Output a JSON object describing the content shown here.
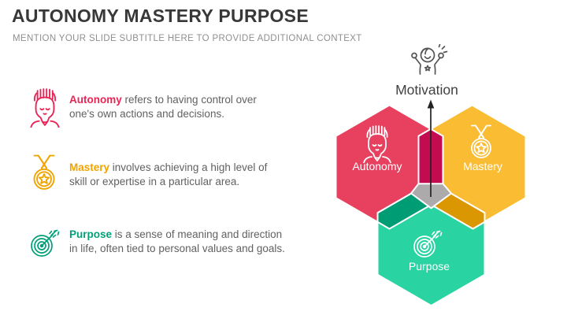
{
  "slide": {
    "title": "AUTONOMY MASTERY PURPOSE",
    "subtitle": "MENTION YOUR SLIDE SUBTITLE HERE TO PROVIDE ADDITIONAL CONTEXT"
  },
  "items": [
    {
      "icon": "head-with-hands-icon",
      "keyword": "Autonomy",
      "line1": "refers to having control over",
      "line2": "one's own actions and decisions.",
      "color": "#e82556"
    },
    {
      "icon": "medal-star-icon",
      "keyword": "Mastery",
      "line1": "involves achieving a high level of",
      "line2": "skill or expertise in a particular area.",
      "color": "#efa400"
    },
    {
      "icon": "target-dart-icon",
      "keyword": "Purpose",
      "line1": "is a sense of meaning and direction",
      "line2": "in life, often tied to personal values and goals.",
      "color": "#00a078"
    }
  ],
  "diagram": {
    "motivation_label": "Motivation",
    "motivation_icon": "cheering-person-icon",
    "motivation_icon_color": "#555555",
    "motivation_text_color": "#414141",
    "arrow_color": "#222222",
    "hexagons": [
      {
        "label": "Autonomy",
        "icon": "head-with-hands-icon",
        "fill": "#e8415f"
      },
      {
        "label": "Mastery",
        "icon": "medal-star-icon",
        "fill": "#f9bc33"
      },
      {
        "label": "Purpose",
        "icon": "target-dart-icon",
        "fill": "#2ad3a2"
      }
    ],
    "overlaps": {
      "autonomy_mastery": "#c30b50",
      "autonomy_purpose": "#009c74",
      "mastery_purpose": "#db9702",
      "center": "#acaaab"
    },
    "icon_white": "#ffffff"
  }
}
